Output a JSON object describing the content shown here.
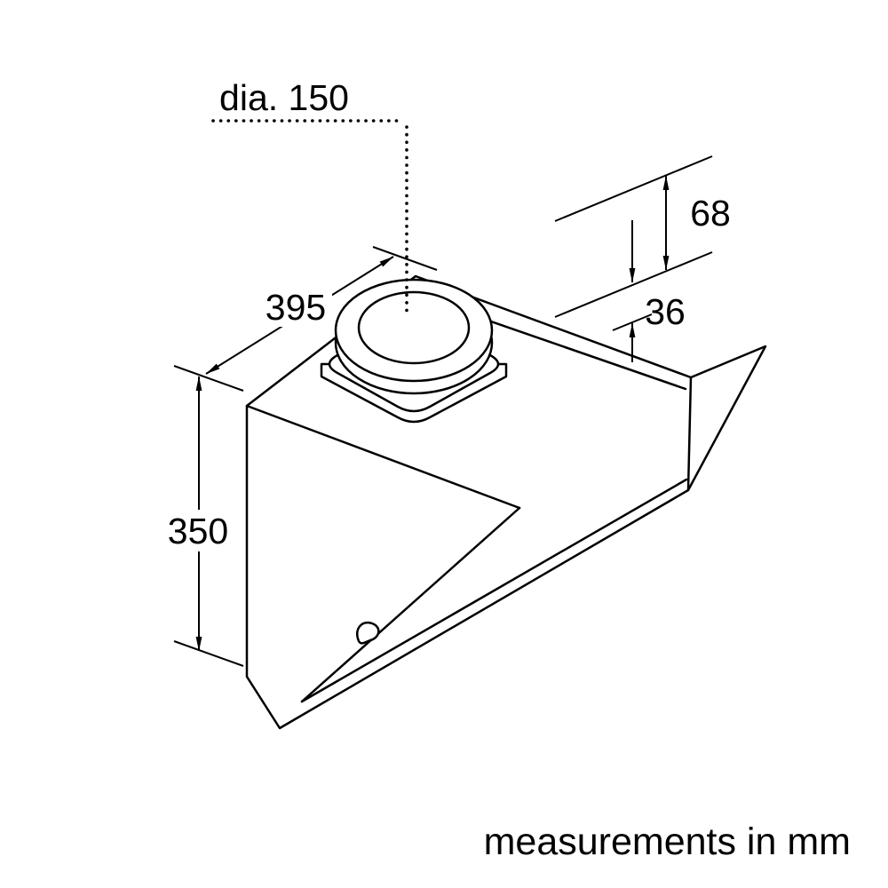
{
  "drawing": {
    "type": "technical-dimension-diagram",
    "subject": "angled wall-mounted cooker hood",
    "dims": {
      "diameter": "dia. 150",
      "top_depth": "395",
      "back_height": "350",
      "duct_total_height": "68",
      "duct_collar_height": "36"
    },
    "footer": "measurements in mm",
    "colors": {
      "line": "#000000",
      "background": "#ffffff"
    }
  }
}
